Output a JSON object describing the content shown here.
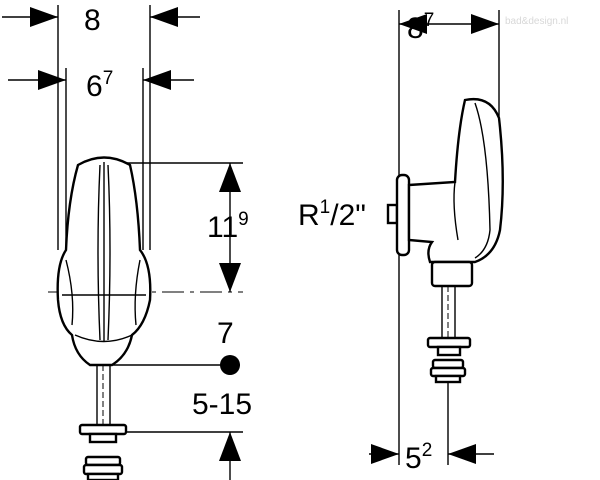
{
  "watermark": "bad&design.nl",
  "labels": {
    "front_outer_width": {
      "base": "8",
      "sup": ""
    },
    "front_inner_width": {
      "base": "6",
      "sup": "7"
    },
    "front_height": {
      "base": "11",
      "sup": "9"
    },
    "front_spacing": {
      "base": "7",
      "sup": ""
    },
    "front_range": {
      "base": "5-15",
      "sup": ""
    },
    "side_width": {
      "base": "8",
      "sup": "7"
    },
    "side_thread": {
      "base": "R",
      "sup": "1",
      "tail": "/2\""
    },
    "side_bottom": {
      "base": "5",
      "sup": "2"
    }
  }
}
